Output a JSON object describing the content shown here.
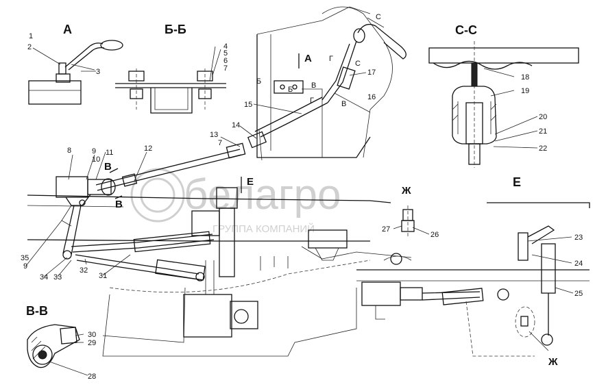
{
  "watermark": {
    "brand": "белагро",
    "subtitle": "ГРУППА КОМПАНИЙ"
  },
  "sections": {
    "a": "А",
    "bb": "Б-Б",
    "cc": "С-С",
    "vv": "В-В",
    "e": "Е"
  },
  "view_marks": {
    "a_mark": "А",
    "b_left": "Б",
    "b_inner": "Б",
    "v_upper": "В",
    "v_upper2": "В",
    "v_mid": "В",
    "v_low": "В",
    "g1": "Г",
    "g2": "Г",
    "c_top": "С",
    "c_mid": "С",
    "e_mark": "Е",
    "zh_label": "Ж",
    "zh_mark": "Ж"
  },
  "callouts": {
    "n1": "1",
    "n2": "2",
    "n3": "3",
    "n4": "4",
    "n5": "5",
    "n6": "6",
    "n7": "7",
    "n7b": "7",
    "n8": "8",
    "n9": "9",
    "n9b": "9",
    "n10": "10",
    "n11": "11",
    "n12": "12",
    "n13": "13",
    "n14": "14",
    "n15": "15",
    "n16": "16",
    "n17": "17",
    "n18": "18",
    "n19": "19",
    "n20": "20",
    "n21": "21",
    "n22": "22",
    "n23": "23",
    "n24": "24",
    "n25": "25",
    "n26": "26",
    "n27": "27",
    "n28": "28",
    "n29": "29",
    "n30": "30",
    "n31": "31",
    "n32": "32",
    "n33": "33",
    "n34": "34",
    "n35": "35"
  }
}
